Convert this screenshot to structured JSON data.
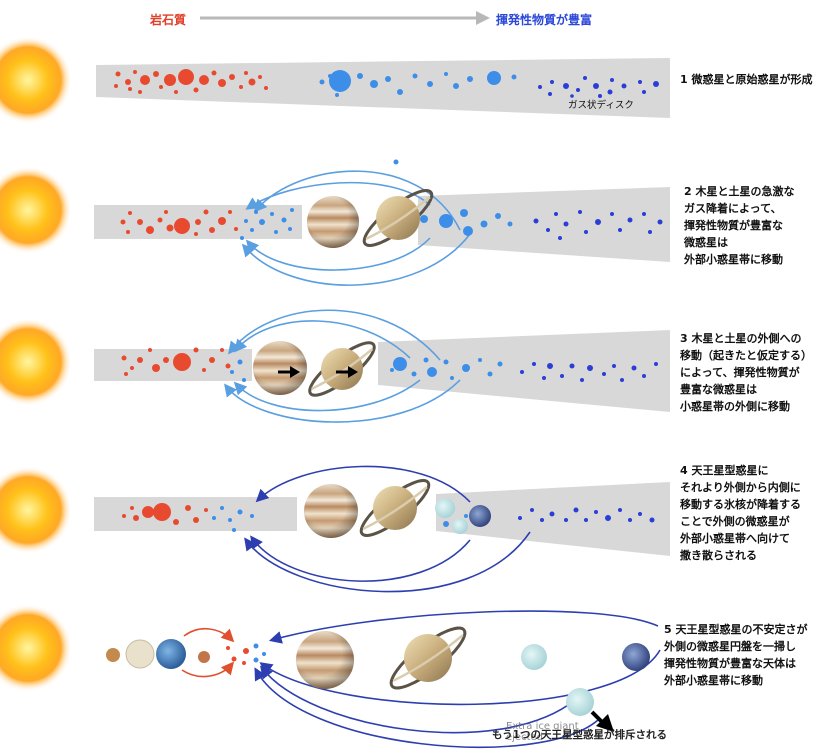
{
  "header": {
    "rocky": "岩石質",
    "volatile_rich": "揮発性物質が豊富",
    "rocky_color": "#e0402a",
    "volatile_color": "#2b48d8"
  },
  "disk_label": "ガス状ディスク",
  "stages": [
    {
      "lines": [
        "1 微惑星と原始惑星が形成"
      ]
    },
    {
      "lines": [
        "2 木星と土星の急激な",
        "ガス降着によって、",
        "揮発性物質が豊富な",
        "微惑星は",
        "外部小惑星帯に移動"
      ]
    },
    {
      "lines": [
        "3 木星と土星の外側への",
        "移動（起きたと仮定する）",
        "によって、揮発性物質が",
        "豊富な微惑星は",
        "小惑星帯の外側に移動"
      ]
    },
    {
      "lines": [
        "4 天王星型惑星に",
        "それより外側から内側に",
        "移動する氷核が降着する",
        "ことで外側の微惑星が",
        "外部小惑星帯へ向けて",
        "撒き散らされる"
      ]
    },
    {
      "lines": [
        "5 天王星型惑星の不安定さが",
        "外側の微惑星円盤を一掃し",
        "揮発性物質が豊富な天体は",
        "外部小惑星帯に移動"
      ]
    }
  ],
  "ejected": {
    "label": "もう1つの天王星型惑星が排斥される",
    "overlay_lines": [
      "Extra ice giant",
      "ejected"
    ]
  },
  "colors": {
    "disk": "#d8d8d8",
    "sun": "#ffb400",
    "rocky": "#e84a30",
    "mid": "#3d8ee8",
    "outer": "#2a3ed6",
    "arrow_light": "#5a9fe0",
    "arrow_dark": "#2d3fb0"
  }
}
